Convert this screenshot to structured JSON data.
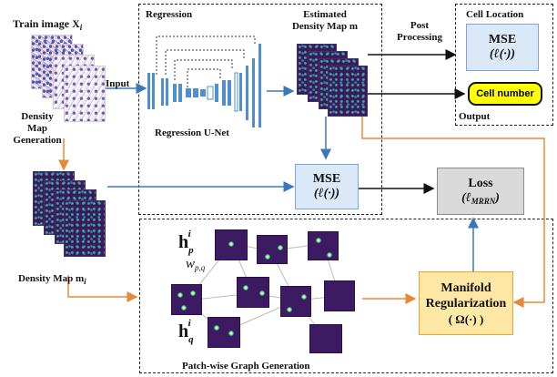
{
  "train_image": {
    "label": "Train image X",
    "subscript": "i"
  },
  "density_gen": {
    "line1": "Density",
    "line2": "Map",
    "line3": "Generation"
  },
  "density_map": {
    "label": "Density Map m",
    "subscript": "i"
  },
  "input_label": "Input",
  "regression": {
    "title": "Regression",
    "unet_label": "Regression U-Net"
  },
  "estimated": {
    "line1": "Estimated",
    "line2": "Density Map m"
  },
  "post_processing": {
    "line1": "Post",
    "line2": "Processing"
  },
  "cell_location": {
    "title": "Cell Location",
    "mse": "MSE",
    "fn": "(ℓ(·))"
  },
  "cell_number": "Cell number",
  "output_label": "Output",
  "mse_center": {
    "title": "MSE",
    "fn": "(ℓ(·))"
  },
  "loss": {
    "title": "Loss",
    "fn": "(ℓ",
    "fn_sub": "MRRN",
    "fn_close": ")"
  },
  "manifold": {
    "line1": "Manifold",
    "line2": "Regularization",
    "line3": "( Ω(·) )"
  },
  "graph": {
    "hp": "h",
    "hp_sub": "p",
    "hp_sup": "i",
    "w": "w",
    "w_sub": "p,q",
    "hq": "h",
    "hq_sub": "q",
    "hq_sup": "i",
    "caption": "Patch-wise Graph Generation"
  },
  "colors": {
    "blue_arrow": "#3b78b9",
    "orange_arrow": "#e58a3a",
    "mse_fill": "#dbe8f7",
    "loss_fill": "#d9d9d9",
    "manifold_fill": "#ffe8a6",
    "cell_number_fill": "#ffff00",
    "patch_fill": "#3c1b62"
  }
}
